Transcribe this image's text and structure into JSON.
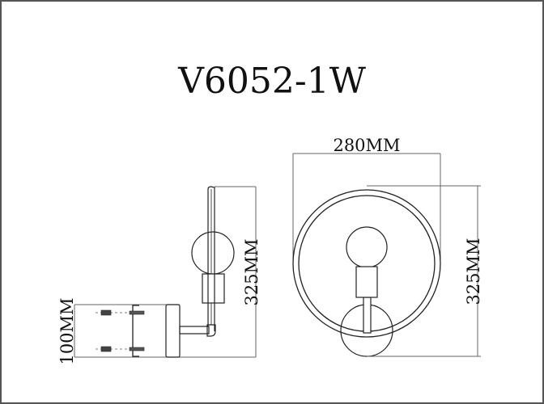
{
  "title": "V6052-1W",
  "side_view": {
    "height_label": "325MM",
    "depth_label": "100MM"
  },
  "front_view": {
    "width_label": "280MM",
    "height_label": "325MM"
  },
  "colors": {
    "line": "#222222",
    "dimension_line": "#555555",
    "frame": "#555555",
    "background": "#ffffff"
  }
}
